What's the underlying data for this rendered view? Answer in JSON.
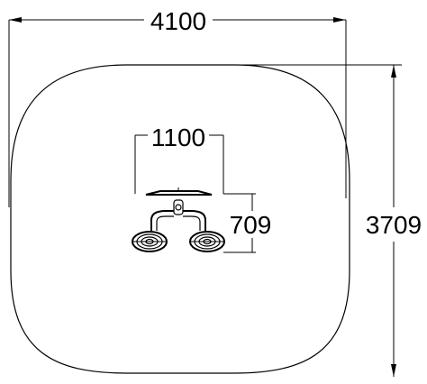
{
  "dimensions": {
    "overall_width": "4100",
    "overall_depth": "3709",
    "equipment_width": "1100",
    "equipment_depth": "709"
  },
  "colors": {
    "line": "#000000",
    "background": "#ffffff"
  }
}
